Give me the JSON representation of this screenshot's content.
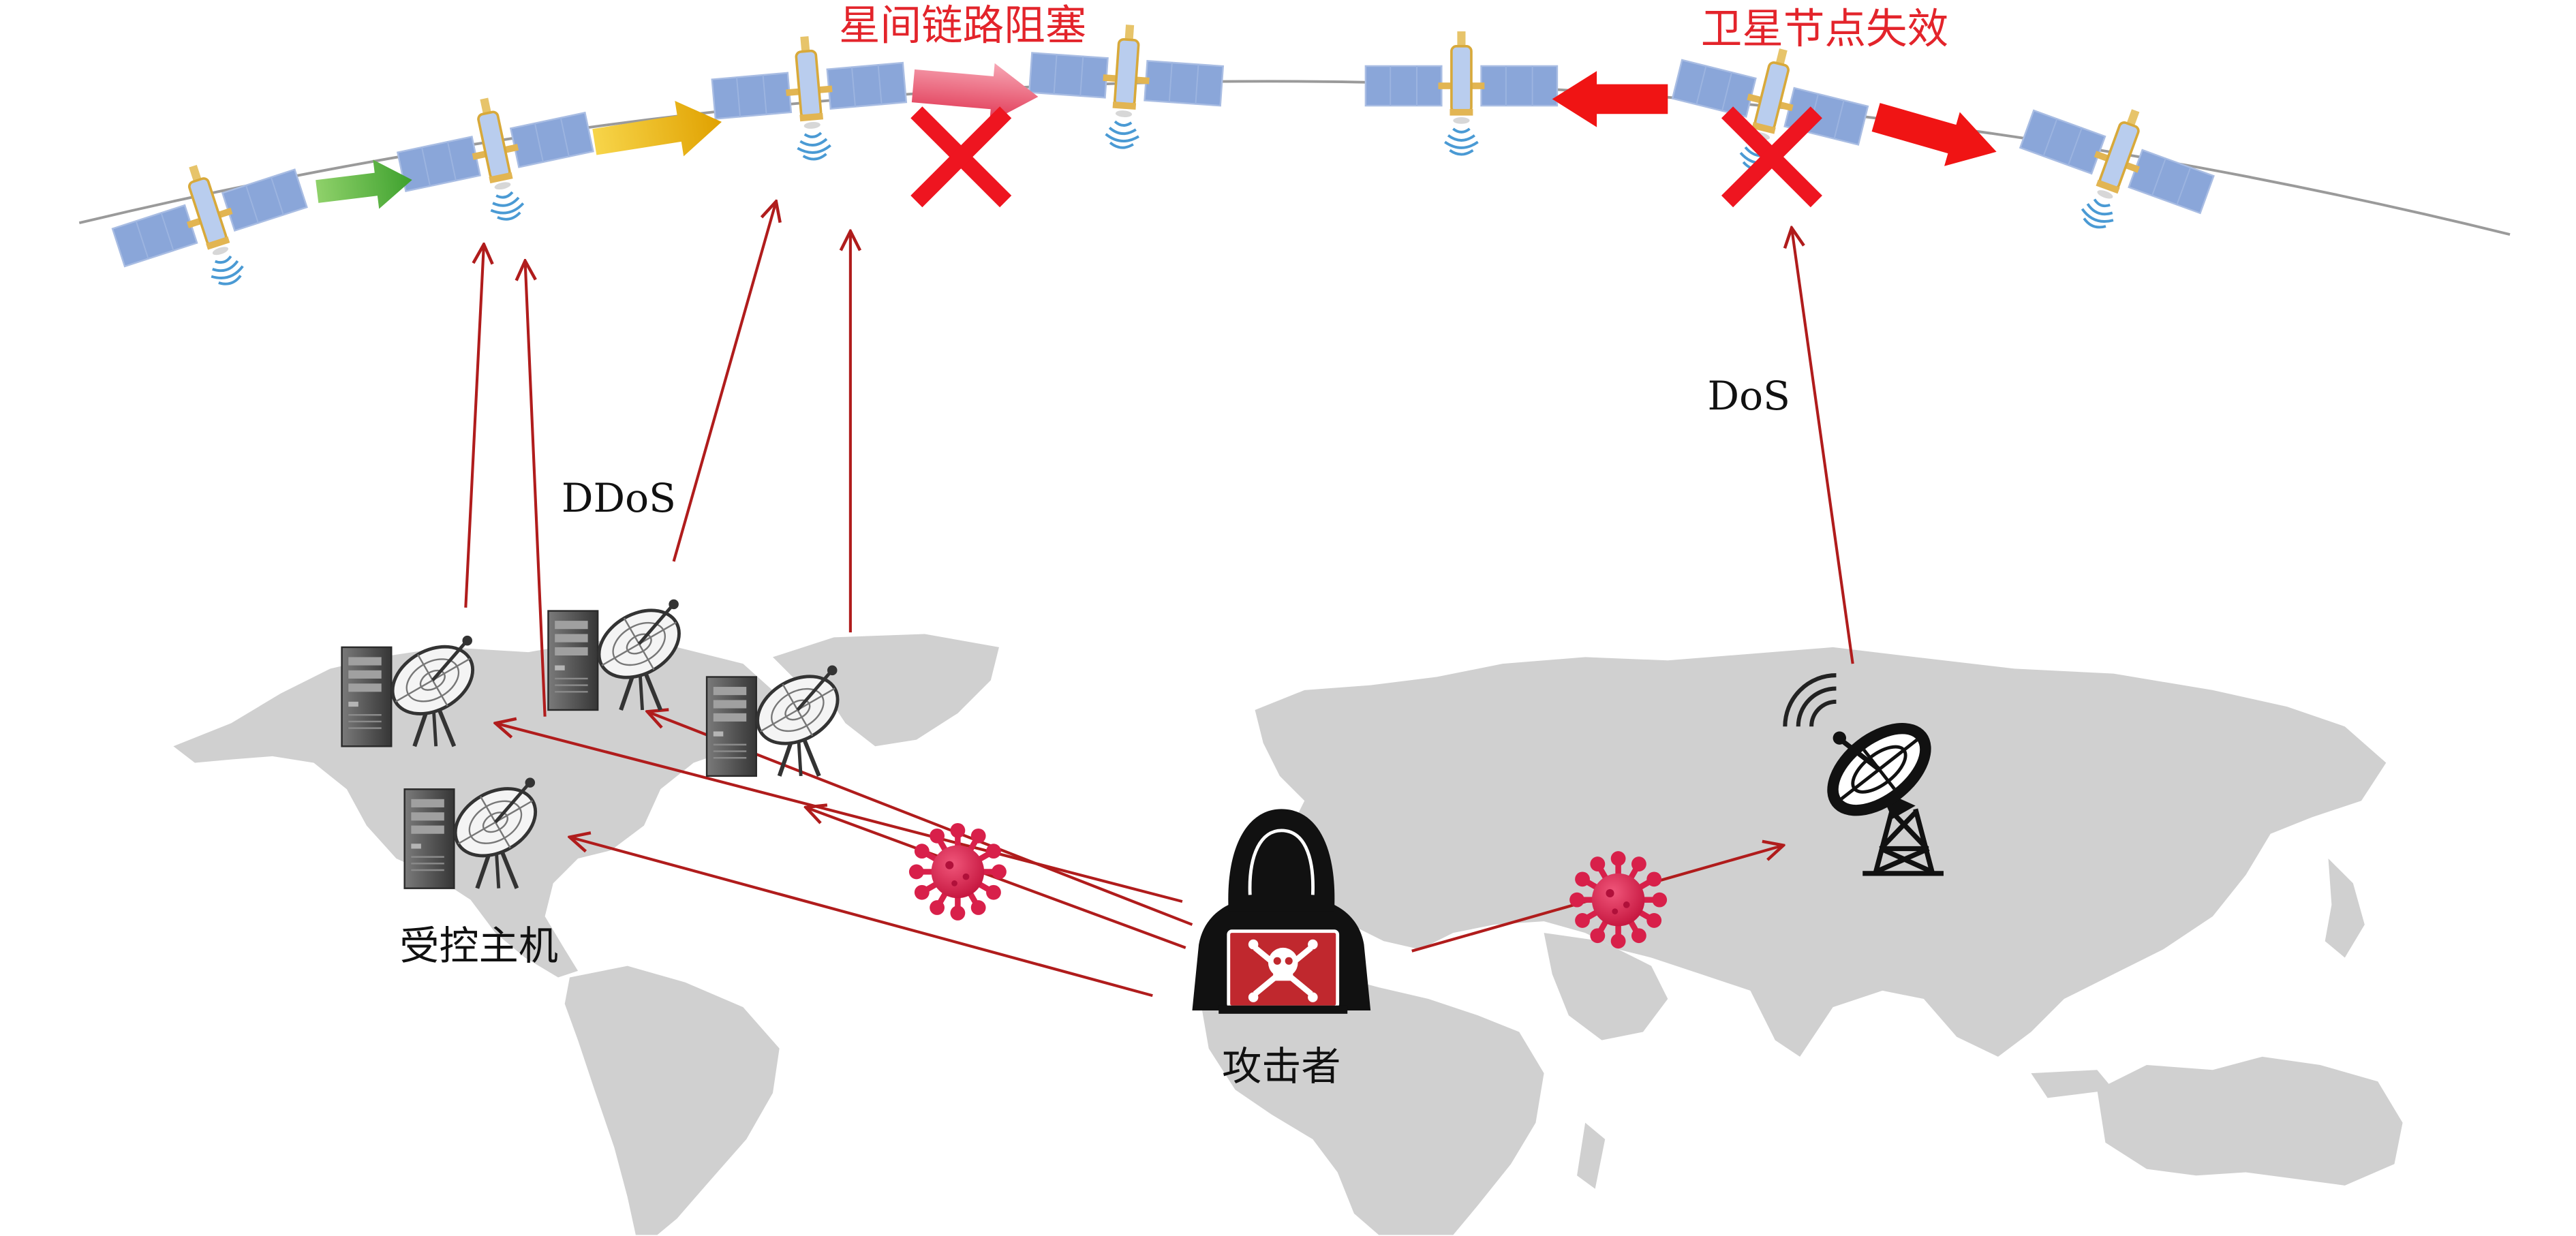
{
  "labels": {
    "link_blocking": "星间链路阻塞",
    "node_failure": "卫星节点失效",
    "ddos": "DDoS",
    "dos": "DoS",
    "controlled_hosts": "受控主机",
    "attacker": "攻击者"
  },
  "icons": {
    "satellite": "satellite-icon",
    "link_arrow": "block-arrow-icon",
    "failure_mark": "cross-icon",
    "controlled_host": "server-dish-icon",
    "attacker": "hacker-icon",
    "virus": "virus-icon",
    "ground_station": "dish-antenna-tower-icon",
    "signal": "signal-waves-icon",
    "world_map": "world-map-icon"
  },
  "colors": {
    "title_red": "#e3242b",
    "attack_line": "#b01c1c",
    "failure_red": "#ee1520",
    "orbit": "#9a9a9a",
    "map_grey": "#d0d0d0",
    "satellite_panel": "#8aa6d9",
    "virus": "#d8204a",
    "arrow_green": "#3ea12e",
    "arrow_yellow": "#e0a100",
    "arrow_pink": "#e03552"
  }
}
